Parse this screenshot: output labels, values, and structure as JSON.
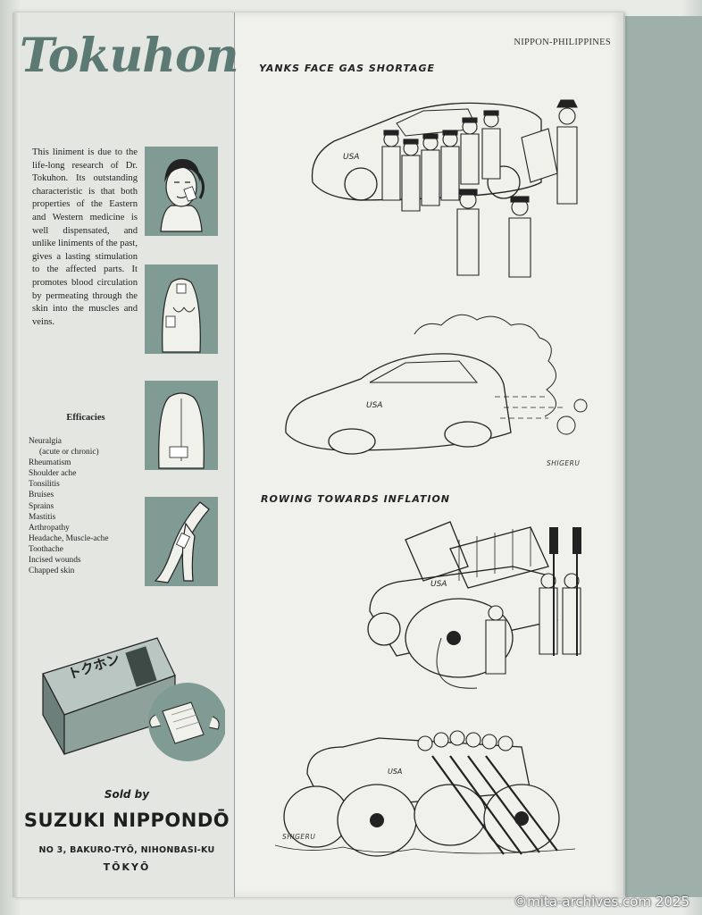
{
  "page": {
    "running_head": "NIPPON-PHILIPPINES",
    "watermark": "©mita-archives.com 2025"
  },
  "ad": {
    "brand": "Tokuhon",
    "intro": "This liniment is due to the life-long research of Dr. Tokuhon. Its outstanding characteristic is that both properties of the Eastern and Western medicine is well dispensated, and unlike liniments of the past, gives a lasting stimulation to the affected parts. It promotes blood circulation by permeating through the skin into the muscles and veins.",
    "efficacies_title": "Efficacies",
    "efficacies": [
      "Neuralgia",
      "(acute or chronic)",
      "Rheumatism",
      "Shoulder ache",
      "Tonsilitis",
      "Bruises",
      "Sprains",
      "Mastitis",
      "Arthropathy",
      "Headache, Muscle-ache",
      "Toothache",
      "Incised wounds",
      "Chapped skin"
    ],
    "package_text": "トクホン",
    "sold_by": "Sold by",
    "company": "SUZUKI NIPPONDŌ",
    "address": "NO 3, BAKURO-TYŌ, NIHONBASI-KU",
    "city": "TŌKYŌ"
  },
  "cartoons": [
    {
      "caption": "YANKS FACE GAS SHORTAGE",
      "car_label": "USA",
      "signature": "SHIGERU"
    },
    {
      "caption": "ROWING TOWARDS INFLATION",
      "car_label": "USA",
      "signature": "SHIGERU"
    }
  ],
  "colors": {
    "ad_accent": "#7f9b94",
    "logo": "#5c7a73",
    "endpaper": "#9fb0aa"
  }
}
